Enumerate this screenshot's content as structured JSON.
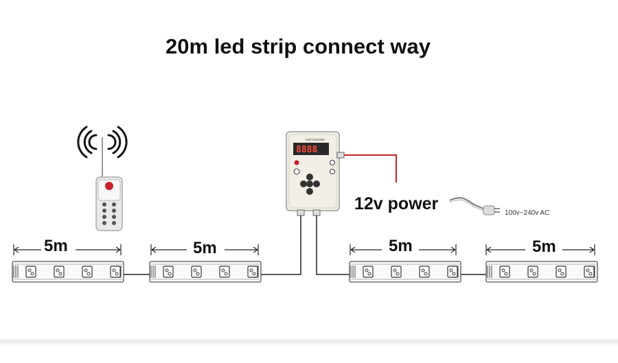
{
  "title": "20m led strip connect way",
  "strips": [
    {
      "length_label": "5m"
    },
    {
      "length_label": "5m"
    },
    {
      "length_label": "5m"
    },
    {
      "length_label": "5m"
    }
  ],
  "controller": {
    "title": "Led Controller",
    "display": "8888"
  },
  "power": {
    "label": "12v power",
    "ac_label": "100v~240v AC"
  },
  "colors": {
    "power_wire": "#c8202a",
    "strip_outline": "#555555",
    "text": "#111111"
  },
  "icons": [
    "remote-control-icon",
    "wireless-signal-icon",
    "led-controller-icon",
    "power-plug-icon"
  ]
}
